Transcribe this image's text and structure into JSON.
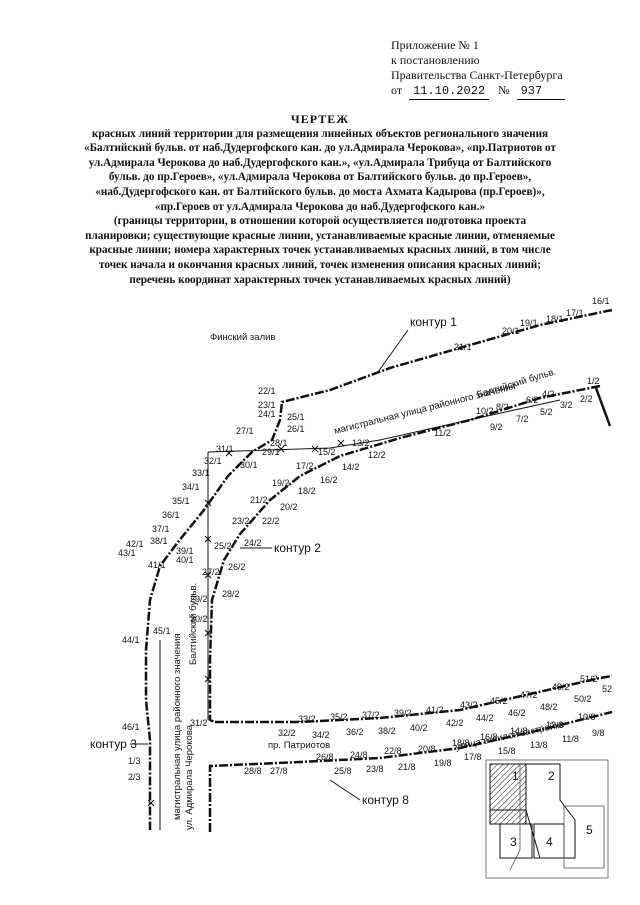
{
  "header": {
    "line1": "Приложение № 1",
    "line2": "к постановлению",
    "line3": "Правительства Санкт-Петербурга",
    "from_label": "от",
    "date": "11.10.2022",
    "num_label": "№",
    "number": "937"
  },
  "title": {
    "heading": "ЧЕРТЕЖ",
    "lines": [
      "красных линий территории для размещения линейных объектов регионального значения",
      "«Балтийский бульв. от наб.Дудергофского кан. до ул.Адмирала Черокова», «пр.Патриотов от",
      "ул.Адмирала Черокова до наб.Дудергофского кан.», «ул.Адмирала Трибуца от Балтийского",
      "бульв. до пр.Героев», «ул.Адмирала Черокова от Балтийского бульв. до пр.Героев»,",
      "«наб.Дудергофского кан. от Балтийского бульв. до моста Ахмата Кадырова (пр.Героев)»,",
      "«пр.Героев от ул.Адмирала Черокова до наб.Дудергофского кан.»",
      "(границы территории, в отношении которой осуществляется подготовка проекта",
      "планировки; существующие красные линии, устанавливаемые красные линии, отменяемые",
      "красные линии; номера характерных точек устанавливаемых красных линий, в том числе",
      "точек начала и окончания красных линий, точек изменения описания красных линий;",
      "перечень координат характерных точек устанавливаемых красных линий)"
    ]
  },
  "map": {
    "gulf_label": "Финский залив",
    "contours": [
      "контур 1",
      "контур 2",
      "контур 3",
      "контур 8"
    ],
    "streets": {
      "baltic": "Балтийский бульв.",
      "regional_main": "магистральная улица    районного значения",
      "baltic_vertical": "Балтийский бульв.",
      "regional_main_v": "магистральная улица районного значения",
      "cherokova": "ул. Адмирала Черокова",
      "patriotov": "пр. Патриотов",
      "residential": "улица в жилой застройке"
    },
    "points_c1": [
      "16/1",
      "17/1",
      "18/1",
      "19/1",
      "20/1",
      "21/1",
      "22/1",
      "23/1",
      "24/1",
      "25/1",
      "26/1",
      "27/1",
      "28/1",
      "29/1",
      "30/1",
      "31/1",
      "32/1",
      "33/1",
      "34/1",
      "35/1",
      "36/1",
      "37/1",
      "38/1",
      "39/1",
      "40/1",
      "41/1",
      "42/1",
      "43/1",
      "44/1",
      "45/1",
      "46/1",
      "1/3",
      "2/3"
    ],
    "points_c2": [
      "1/2",
      "2/2",
      "3/2",
      "4/2",
      "5/2",
      "6/2",
      "7/2",
      "8/2",
      "9/2",
      "10/2",
      "11/2",
      "12/2",
      "13/2",
      "14/2",
      "15/2",
      "16/2",
      "17/2",
      "18/2",
      "19/2",
      "20/2",
      "21/2",
      "22/2",
      "23/2",
      "24/2",
      "25/2",
      "26/2",
      "27/2",
      "28/2",
      "29/2",
      "30/2",
      "31/2",
      "32/2",
      "33/2",
      "34/2",
      "35/2",
      "36/2",
      "37/2",
      "38/2",
      "39/2",
      "40/2",
      "41/2",
      "42/2",
      "43/2",
      "44/2",
      "45/2",
      "46/2",
      "47/2",
      "48/2",
      "49/2",
      "50/2",
      "51/2",
      "52"
    ],
    "points_c8": [
      "9/8",
      "10/8",
      "11/8",
      "12/8",
      "13/8",
      "14/8",
      "15/8",
      "16/8",
      "17/8",
      "18/8",
      "19/8",
      "20/8",
      "21/8",
      "22/8",
      "23/8",
      "24/8",
      "25/8",
      "26/8",
      "27/8",
      "28/8"
    ],
    "inset": {
      "labels": [
        "1",
        "2",
        "3",
        "4",
        "5"
      ]
    }
  }
}
